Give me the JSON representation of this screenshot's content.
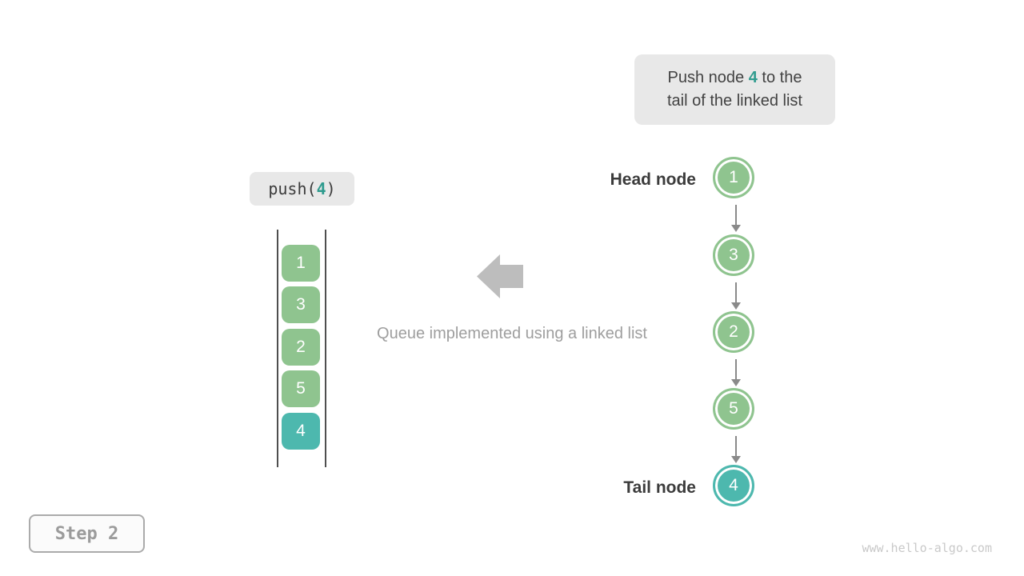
{
  "callout": {
    "line1_before": "Push node ",
    "highlight": "4",
    "line1_after": " to the",
    "line2": "tail of the linked list"
  },
  "push_label": {
    "before": "push(",
    "arg": "4",
    "after": ")"
  },
  "stack": {
    "items": [
      "1",
      "3",
      "2",
      "5",
      "4"
    ],
    "highlighted_item": "4"
  },
  "arrow": {
    "direction": "left"
  },
  "caption": "Queue implemented using a linked list",
  "linked_list": {
    "head_label": "Head node",
    "tail_label": "Tail node",
    "nodes": [
      "1",
      "3",
      "2",
      "5",
      "4"
    ],
    "highlighted_node": "4"
  },
  "step_badge": "Step 2",
  "watermark": "www.hello-algo.com",
  "colors": {
    "node_green": "#8fc48f",
    "node_teal": "#4db8ae",
    "accent_teal_text": "#2f9b8e",
    "callout_bg": "#e8e8e8",
    "block_arrow_gray": "#bdbdbd",
    "connector_gray": "#8a8a8a",
    "caption_gray": "#9e9e9e",
    "label_dark": "#3b3b3b"
  }
}
